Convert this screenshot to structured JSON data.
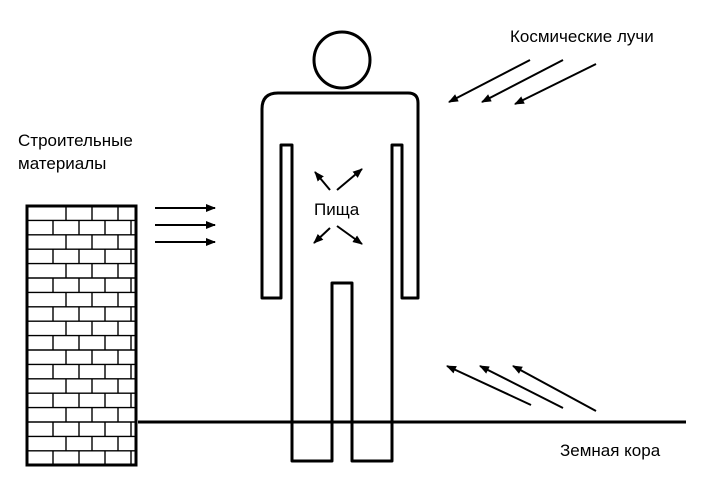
{
  "diagram": {
    "labels": {
      "cosmic_rays": "Космические лучи",
      "building_materials_line1": "Строительные",
      "building_materials_line2": "материалы",
      "food": "Пища",
      "earth_crust": "Земная кора"
    },
    "colors": {
      "stroke": "#000000",
      "background": "#ffffff"
    },
    "icons": {
      "human": "human-figure-outline",
      "wall": "brick-wall",
      "arrows": "radiation-arrow"
    }
  }
}
